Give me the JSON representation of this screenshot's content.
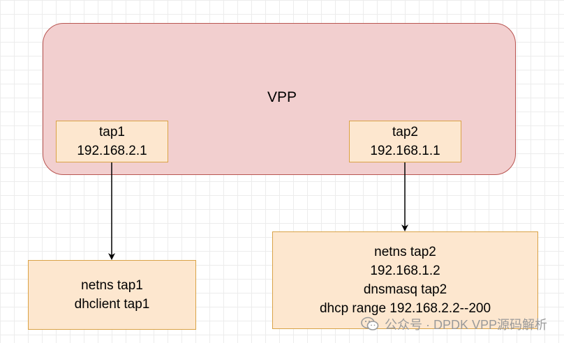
{
  "vpp": {
    "title": "VPP"
  },
  "tap1": {
    "name": "tap1",
    "ip": "192.168.2.1"
  },
  "tap2": {
    "name": "tap2",
    "ip": "192.168.1.1"
  },
  "ns1": {
    "line1": "netns tap1",
    "line2": "dhclient tap1"
  },
  "ns2": {
    "line1": "netns tap2",
    "line2": "192.168.1.2",
    "line3": "dnsmasq tap2",
    "line4": "dhcp range 192.168.2.2--200"
  },
  "watermark": {
    "text": "公众号 · DPDK VPP源码解析",
    "icon": "wechat-icon"
  },
  "colors": {
    "vpp_fill": "#f2cfcf",
    "vpp_stroke": "#b85450",
    "box_fill": "#fde7cf",
    "box_stroke": "#d9a246"
  }
}
